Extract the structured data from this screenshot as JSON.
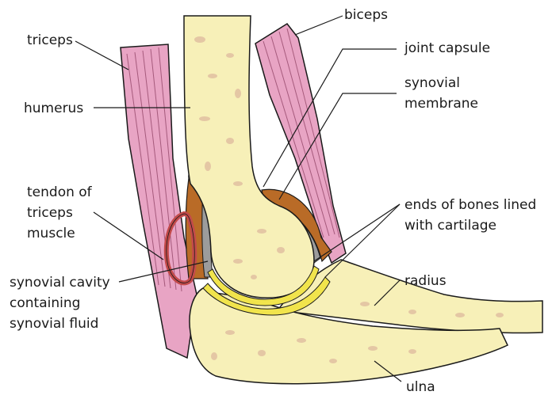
{
  "labels": {
    "triceps": "triceps",
    "biceps": "biceps",
    "joint_capsule": "joint capsule",
    "humerus": "humerus",
    "synovial_membrane": [
      "synovial",
      "membrane"
    ],
    "tendon": [
      "tendon of",
      "triceps",
      "muscle"
    ],
    "cartilage": [
      "ends of bones lined",
      "with cartilage"
    ],
    "cavity": [
      "synovial cavity",
      "containing",
      "synovial fluid"
    ],
    "radius": "radius",
    "ulna": "ulna"
  },
  "colors": {
    "bone": "#f7f0b8",
    "bone_spots": "#e4c7a4",
    "muscle": "#e8a4c4",
    "muscle_lines": "#a55a7c",
    "capsule": "#b96b27",
    "membrane": "#9c9c9c",
    "cartilage": "#f1e44c",
    "tendon_ring": "#c24a4a",
    "outline": "#1a1a1a"
  }
}
